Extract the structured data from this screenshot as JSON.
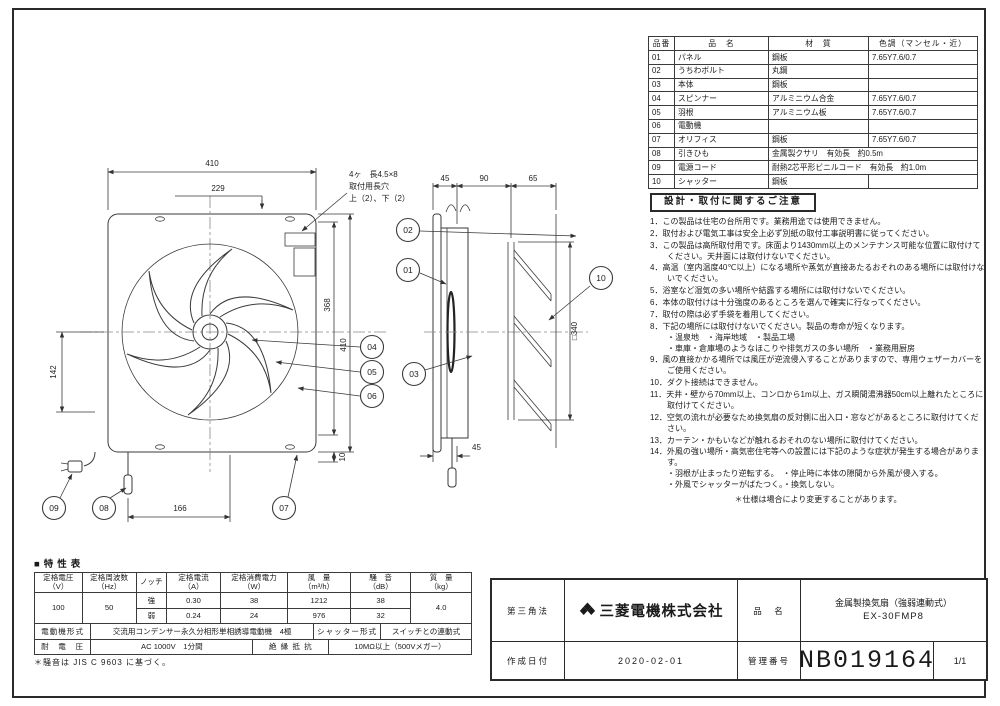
{
  "parts_table": {
    "headers": {
      "no": "品番",
      "name": "品　名",
      "material": "材　質",
      "color": "色調（マンセル・近）"
    },
    "rows": [
      {
        "no": "01",
        "name": "パネル",
        "material": "鋼板",
        "color": "7.65Y7.6/0.7"
      },
      {
        "no": "02",
        "name": "うちわボルト",
        "material": "丸鋼",
        "color": ""
      },
      {
        "no": "03",
        "name": "本体",
        "material": "鋼板",
        "color": ""
      },
      {
        "no": "04",
        "name": "スピンナー",
        "material": "アルミニウム合金",
        "color": "7.65Y7.6/0.7"
      },
      {
        "no": "05",
        "name": "羽根",
        "material": "アルミニウム板",
        "color": "7.65Y7.6/0.7"
      },
      {
        "no": "06",
        "name": "電動機",
        "material": "",
        "color": ""
      },
      {
        "no": "07",
        "name": "オリフィス",
        "material": "鋼板",
        "color": "7.65Y7.6/0.7"
      },
      {
        "no": "08",
        "name": "引きひも",
        "material": "金属製クサリ　有効長　約0.5m",
        "color": ""
      },
      {
        "no": "09",
        "name": "電源コード",
        "material": "耐熱2芯平形ビニルコード　有効長　約1.0m",
        "color": ""
      },
      {
        "no": "10",
        "name": "シャッター",
        "material": "鋼板",
        "color": ""
      }
    ]
  },
  "notes": {
    "title": "設計・取付に関するご注意",
    "items": [
      "1．この製品は住宅の台所用です。業務用途では使用できません。",
      "2．取付および電気工事は安全上必ず別紙の取付工事説明書に従ってください。",
      "3．この製品は高所取付用です。床面より1430mm以上のメンテナンス可能な位置に取付けてください。天井面には取付けないでください。",
      "4．高温（室内温度40℃以上）になる場所や蒸気が直接あたるおそれのある場所には取付けないでください。",
      "5．浴室など湿気の多い場所や結露する場所には取付けないでください。",
      "6．本体の取付けは十分強度のあるところを選んで確実に行なってください。",
      "7．取付の際は必ず手袋を着用してください。",
      "8．下記の場所には取付けないでください。製品の寿命が短くなります。\n・温泉地　・海岸地域　・製品工場\n・車庫・倉庫場のようなほこりや排気ガスの多い場所　・業務用厨房",
      "9．風の直接かかる場所では風圧が逆流侵入することがありますので、専用ウェザーカバーをご使用ください。",
      "10．ダクト接続はできません。",
      "11．天井・壁から70mm以上、コンロから1m以上、ガス瞬間湯沸器50cm以上離れたところに取付けてください。",
      "12．空気の流れが必要なため換気扇の反対側に出入口・窓などがあるところに取付けてください。",
      "13．カーテン・かもいなどが触れるおそれのない場所に取付けてください。",
      "14．外風の強い場所・高気密住宅等への設置には下記のような症状が発生する場合があります。\n・羽根が止まったり逆転する。　・停止時に本体の隙間から外風が侵入する。\n・外風でシャッターがばたつく。・換気しない。"
    ],
    "footer": "＊仕様は場合により変更することがあります。"
  },
  "drawing": {
    "slot_note": [
      "4ヶ　長4.5×8",
      "取付用長穴",
      "上（2）、下（2）"
    ],
    "dims": {
      "front_width": "410",
      "front_offset": "229",
      "front_left": "142",
      "front_inner": "368",
      "front_height": "410",
      "front_bottom": "166",
      "front_gap": "10",
      "side_a": "45",
      "side_b": "90",
      "side_c": "65",
      "side_opening": "□340",
      "side_cord": "45"
    },
    "balloons": {
      "b01": "01",
      "b02": "02",
      "b03": "03",
      "b04": "04",
      "b05": "05",
      "b06": "06",
      "b07": "07",
      "b08": "08",
      "b09": "09",
      "b10": "10"
    }
  },
  "spec": {
    "title": "■特性表",
    "headers": {
      "voltage": "定格電圧\n（V）",
      "freq": "定格周波数\n（Hz）",
      "notch": "ノッチ",
      "current": "定格電流\n（A）",
      "power": "定格消費電力\n（W）",
      "airflow": "風　量\n（m³/h）",
      "noise": "騒　音\n（dB）",
      "mass": "質　量\n（kg）"
    },
    "voltage": "100",
    "freq": "50",
    "notch_hi": "強",
    "notch_lo": "弱",
    "current_hi": "0.30",
    "current_lo": "0.24",
    "power_hi": "38",
    "power_lo": "24",
    "airflow_hi": "1212",
    "airflow_lo": "976",
    "noise_hi": "38",
    "noise_lo": "32",
    "mass": "4.0",
    "motor_label": "電動機形式",
    "motor_value": "交流用コンデンサー永久分相形単相誘導電動機　4極",
    "shutter_label": "シャッター形式",
    "shutter_value": "スイッチとの連動式",
    "withstand_label": "耐　電　圧",
    "withstand_value": "AC 1000V　1分間",
    "insulation_label": "絶 縁 抵 抗",
    "insulation_value": "10MΩ以上（500Vメガー）",
    "note": "＊騒音は JIS C 9603 に基づく。"
  },
  "title_block": {
    "projection": "第三角法",
    "company": "三菱電機株式会社",
    "name_label": "品　名",
    "product_name": "金属製換気扇（強弱連動式）",
    "model": "EX-30FMP8",
    "date_label": "作成日付",
    "date": "2020-02-01",
    "number_label": "管理番号",
    "number": "NB019164",
    "page": "1/1"
  }
}
